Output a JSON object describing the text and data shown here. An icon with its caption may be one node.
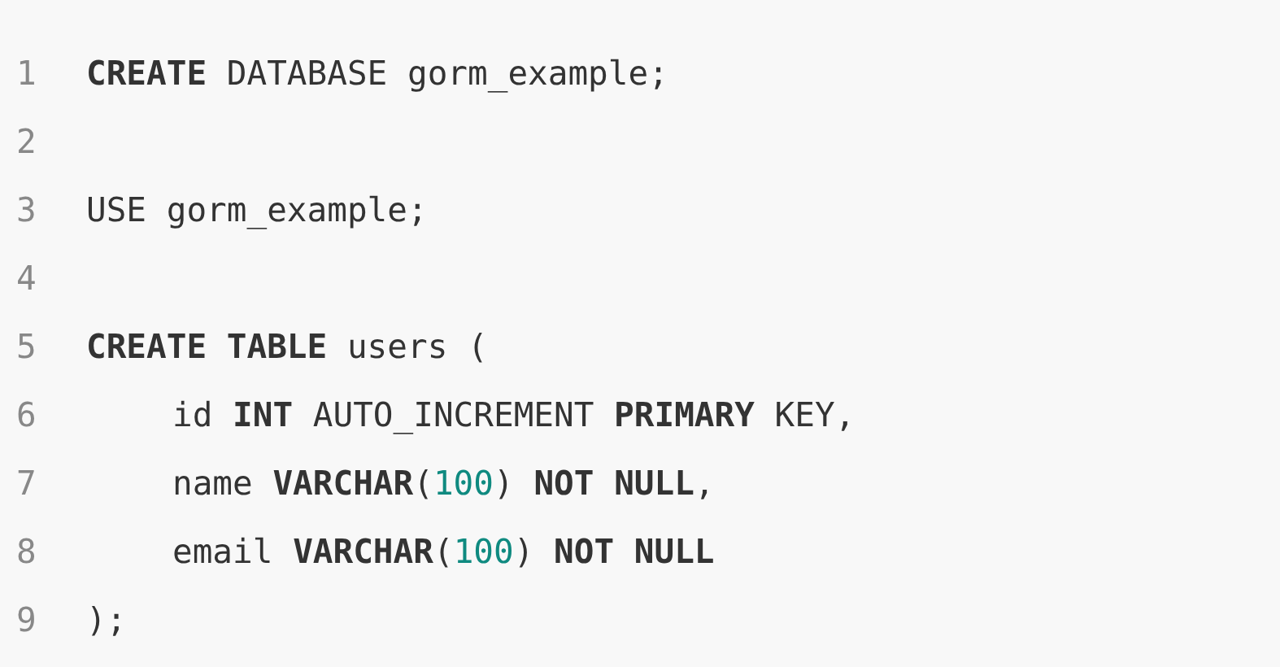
{
  "diagram": {
    "labels": [
      "1",
      "**CREATE** DATABASE gorm_example;",
      "2",
      "3",
      "USE gorm_example;",
      "4",
      "5",
      "**CREATE** **TABLE** users (",
      "6",
      "id **INT** AUTO_INCREMENT **PRIMARY** KEY,",
      "7",
      "name **VARCHAR**(100) **NOT** **NULL**,",
      "8",
      "email **VARCHAR**(100) **NOT** **NULL**",
      "9",
      ");"
    ]
  }
}
